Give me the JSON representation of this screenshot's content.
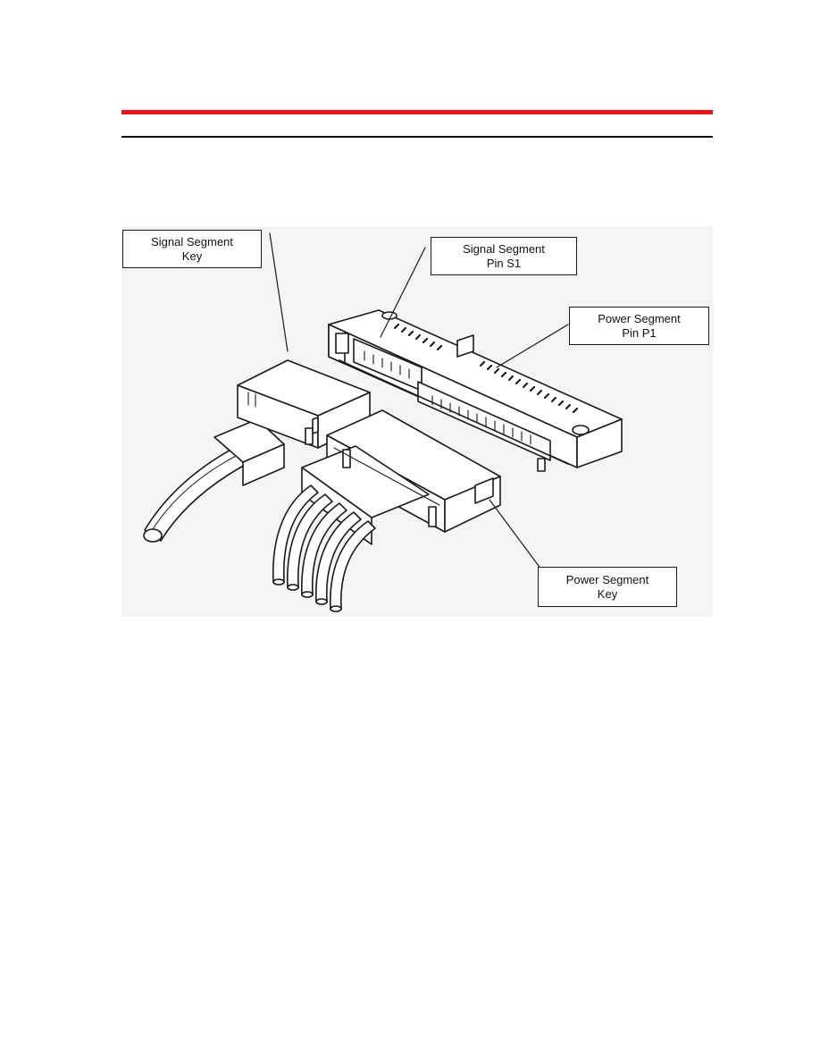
{
  "figure": {
    "callouts": {
      "signal_segment_key": {
        "line1": "Signal Segment",
        "line2": "Key"
      },
      "signal_segment_pin": {
        "line1": "Signal Segment",
        "line2": "Pin S1"
      },
      "power_segment_pin": {
        "line1": "Power Segment",
        "line2": "Pin P1"
      },
      "power_segment_key": {
        "line1": "Power Segment",
        "line2": "Key"
      }
    }
  },
  "colors": {
    "header_rule_red": "#e8141c",
    "header_rule_black": "#111111",
    "figure_background": "#f4f4f4",
    "line_art": "#1a1a1a"
  }
}
